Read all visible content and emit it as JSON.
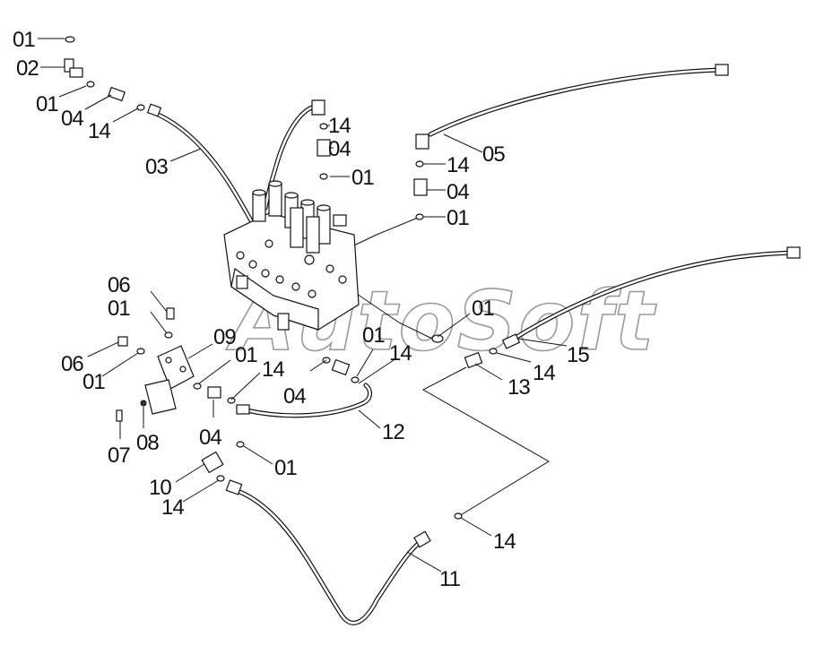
{
  "watermark": "AutoSoft",
  "labels": {
    "l_01_a": "01",
    "l_02_a": "02",
    "l_01_b": "01",
    "l_04_a": "04",
    "l_14_a": "14",
    "l_03": "03",
    "l_14_b": "14",
    "l_04_b": "04",
    "l_01_c": "01",
    "l_05": "05",
    "l_14_c": "14",
    "l_04_c": "04",
    "l_01_d": "01",
    "l_06_a": "06",
    "l_01_e": "01",
    "l_06_b": "06",
    "l_01_f": "01",
    "l_09": "09",
    "l_01_g": "01",
    "l_14_d": "14",
    "l_04_d": "04",
    "l_01_h": "01",
    "l_14_e": "14",
    "l_04_e": "04",
    "l_12": "12",
    "l_07": "07",
    "l_08": "08",
    "l_01_i": "01",
    "l_10": "10",
    "l_14_f": "14",
    "l_01_j": "01",
    "l_13": "13",
    "l_14_g": "14",
    "l_15": "15",
    "l_11": "11",
    "l_14_h": "14"
  }
}
